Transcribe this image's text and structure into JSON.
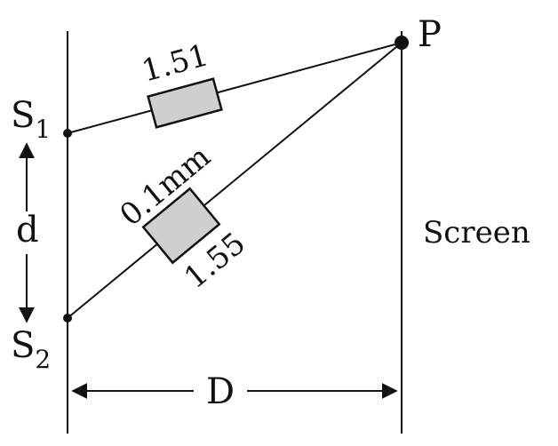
{
  "labels": {
    "s1": "S",
    "s1_sub": "1",
    "s2": "S",
    "s2_sub": "2",
    "p": "P",
    "d": "d",
    "D": "D",
    "screen": "Screen",
    "index_top": "1.51",
    "thickness": "0.1mm",
    "index_bottom": "1.55"
  },
  "colors": {
    "ink": "#111111",
    "slab_fill": "#cfcfcf",
    "background": "#ffffff"
  }
}
